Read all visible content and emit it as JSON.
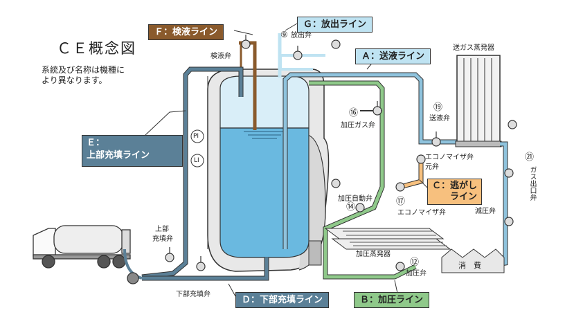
{
  "title": "ＣＥ概念図",
  "note_lines": [
    "系統及び名称は機種に",
    "より異なります。"
  ],
  "lines": {
    "F": "Ｆ：検液ライン",
    "G": "Ｇ：放出ライン",
    "A": "Ａ：送液ライン",
    "E_letter": "Ｅ：",
    "E_name": "上部充填ライン",
    "C_1": "Ｃ：逃がし",
    "C_2": "ライン",
    "D": "Ｄ：下部充填ライン",
    "B": "Ｂ：加圧ライン"
  },
  "labels": {
    "sample_valve": "検液弁",
    "discharge_valve": "放出弁",
    "num_9": "⑨",
    "send_gas_evaporator": "送ガス蒸発器",
    "num_16": "⑯",
    "pressure_gas_valve": "加圧ガス弁",
    "num_19": "⑲",
    "send_liquid_valve": "送液弁",
    "econo_main_valve": "エコノマイザ弁",
    "econo_main_valve_2": "元弁",
    "num_21": "㉑",
    "gas_outlet_valve": "ガス出口弁",
    "pressure_auto_valve": "加圧自動弁",
    "num_14": "⑭",
    "num_17": "⑰",
    "econo_valve": "エコノマイザ弁",
    "reducing_valve": "減圧弁",
    "pressure_evaporator": "加圧蒸発器",
    "num_12": "⑫",
    "pressure_valve": "加圧弁",
    "consumption": "消　費",
    "upper_fill_valve_1": "上部",
    "upper_fill_valve_2": "充填弁",
    "lower_fill_valve": "下部充填弁",
    "pi": "PI",
    "li": "LI"
  },
  "colors": {
    "sample_line": "#8a5a2c",
    "send_line": "#8fc3dd",
    "fill_line": "#5b8097",
    "pressure_line": "#8fc98a",
    "tank_liquid": "#6ab9e0",
    "tank_gas": "#d9eef8",
    "relief_line": "#f7c07e"
  }
}
